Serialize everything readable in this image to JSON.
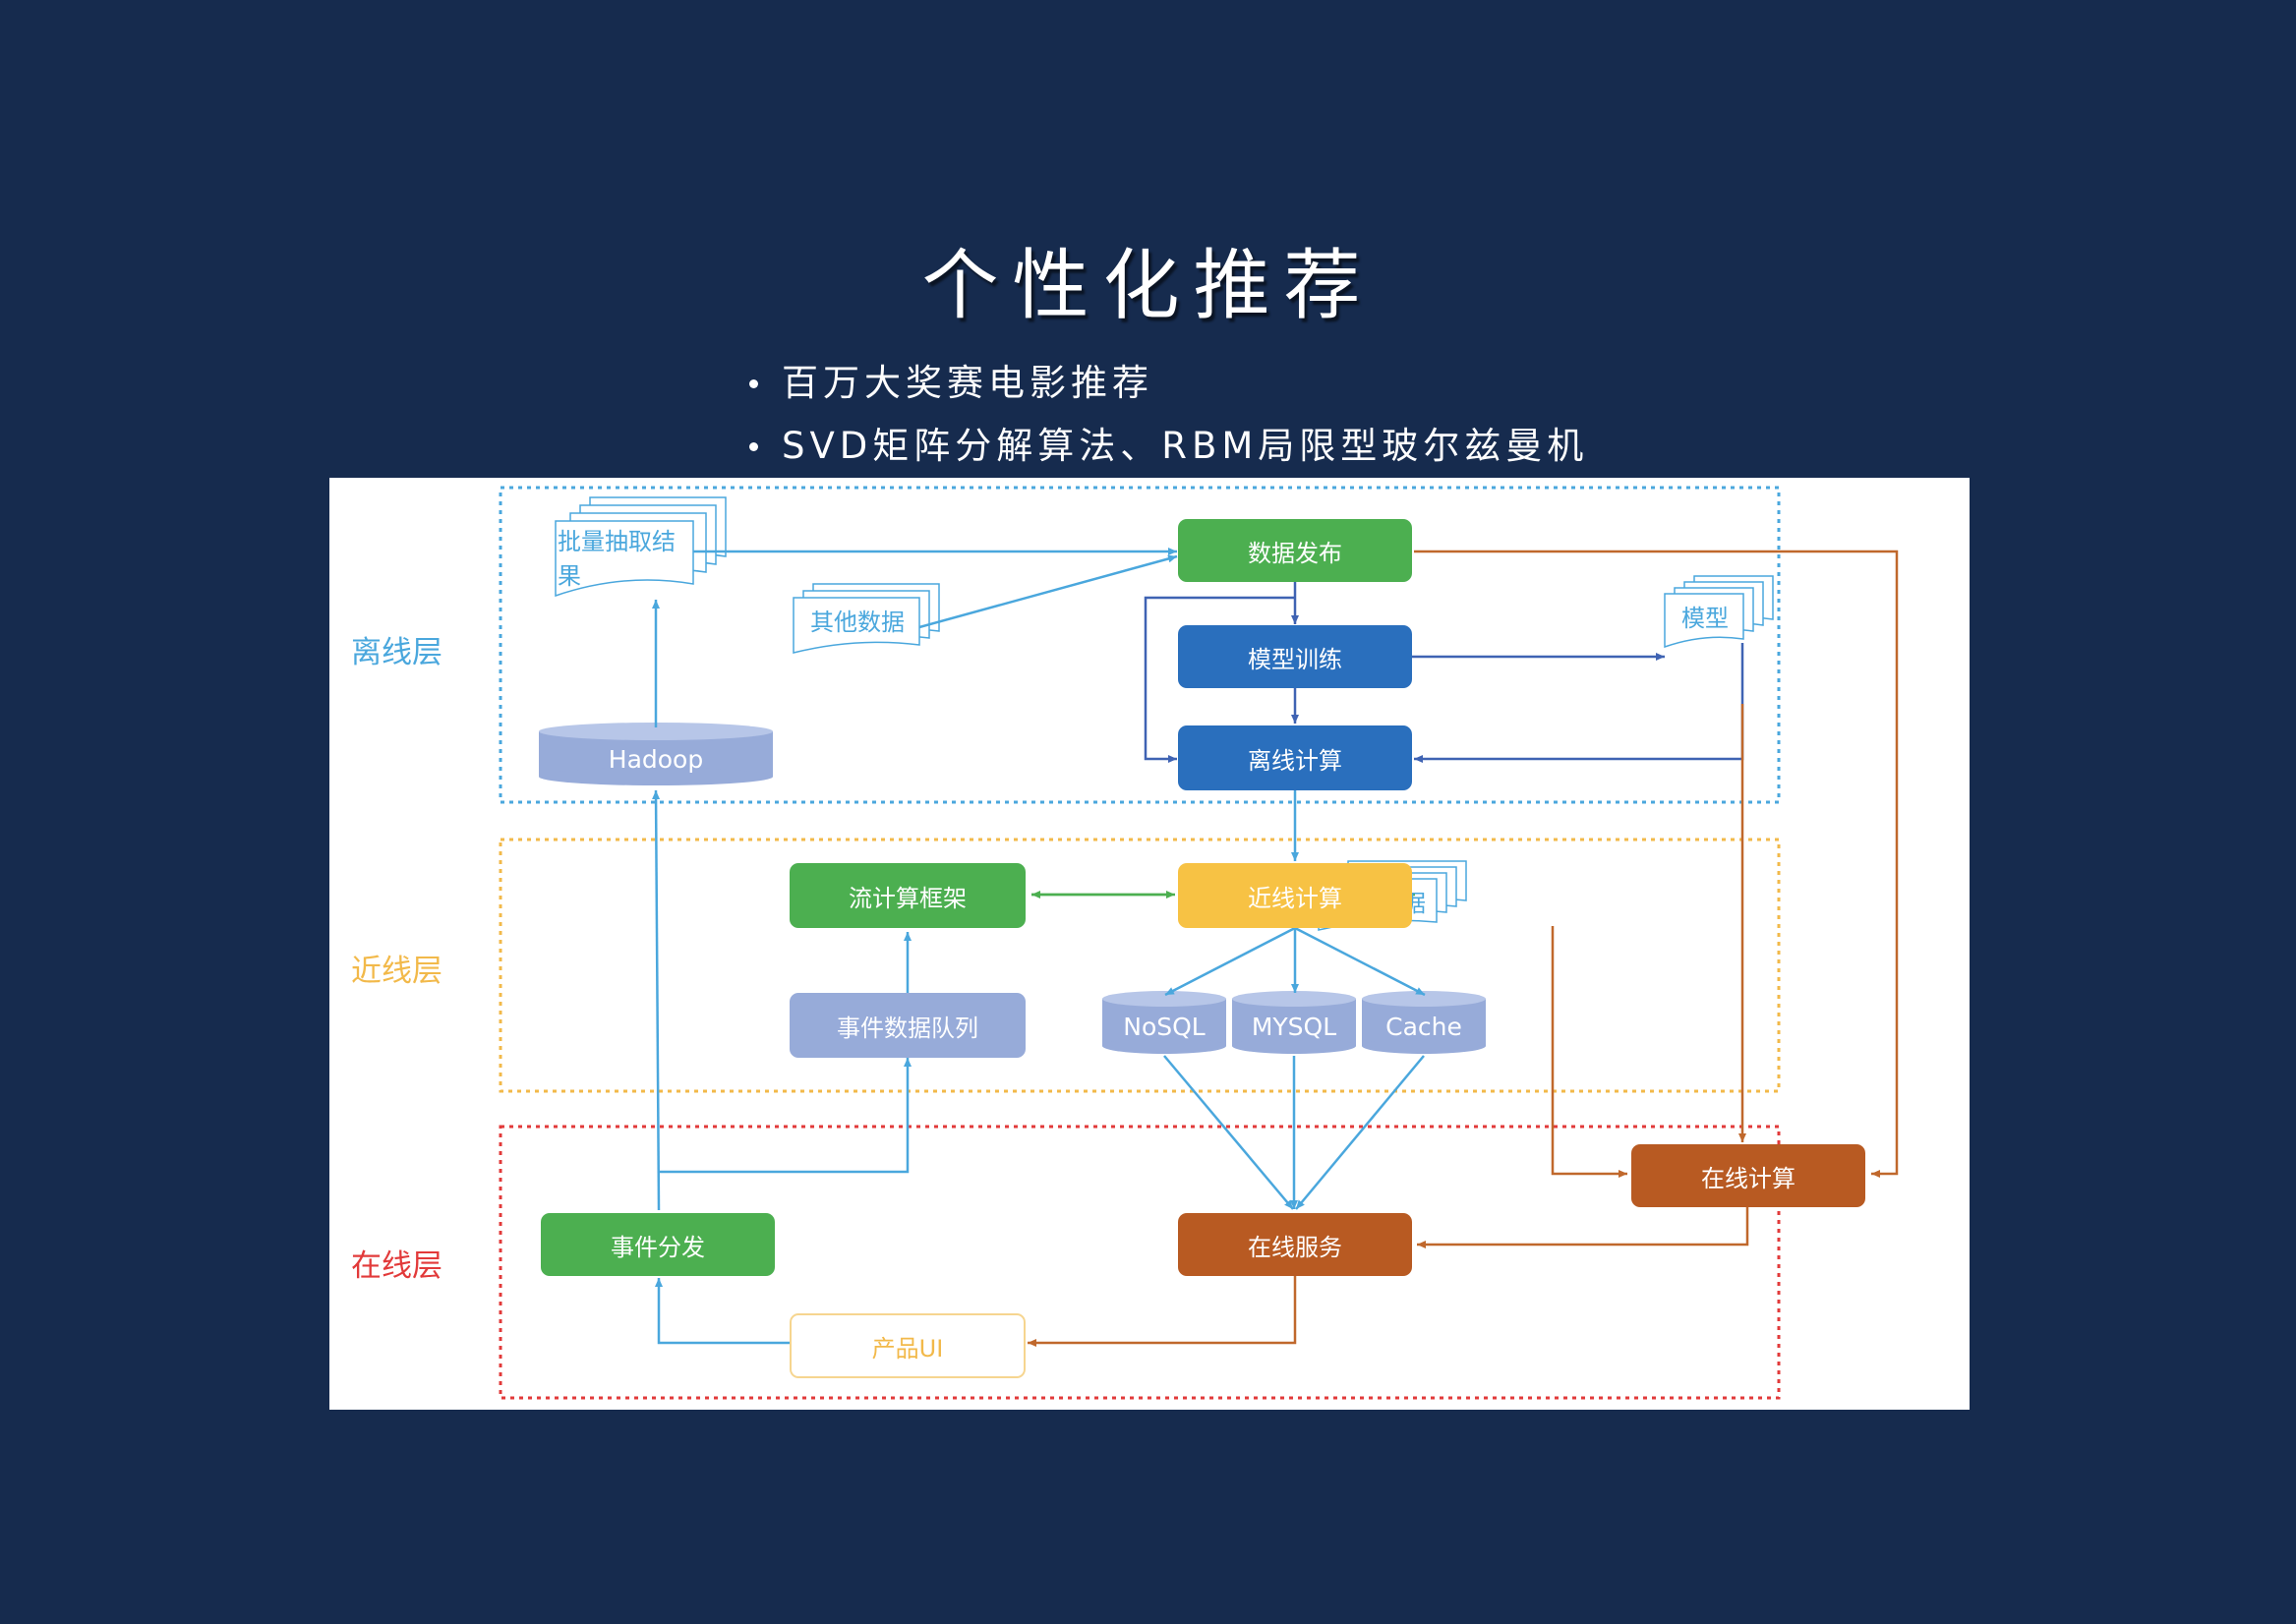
{
  "slide": {
    "title": "个性化推荐",
    "bullets": [
      "百万大奖赛电影推荐",
      "SVD矩阵分解算法、RBM局限型玻尔兹曼机"
    ]
  },
  "diagram": {
    "layers": {
      "offline": "离线层",
      "nearline": "近线层",
      "online": "在线层"
    },
    "nodes": {
      "data_publish": "数据发布",
      "model_training": "模型训练",
      "offline_compute": "离线计算",
      "nearline_compute": "近线计算",
      "stream_framework": "流计算框架",
      "event_queue": "事件数据队列",
      "online_compute": "在线计算",
      "event_dispatch": "事件分发",
      "online_service": "在线服务",
      "product_ui": "产品UI"
    },
    "documents": {
      "batch_results": "批量抽取结果",
      "other_data": "其他数据",
      "model": "模型",
      "online_data": "在线数据"
    },
    "databases": {
      "hadoop": "Hadoop",
      "nosql": "NoSQL",
      "mysql": "MYSQL",
      "cache": "Cache"
    },
    "colors": {
      "offline": "#4aa7dd",
      "nearline": "#f2b94a",
      "online": "#e23a3a",
      "green": "#4caf50",
      "blue": "#2a6fbd",
      "yellow": "#f7c244",
      "orange": "#b85a22",
      "lavender": "#97abd9"
    }
  }
}
